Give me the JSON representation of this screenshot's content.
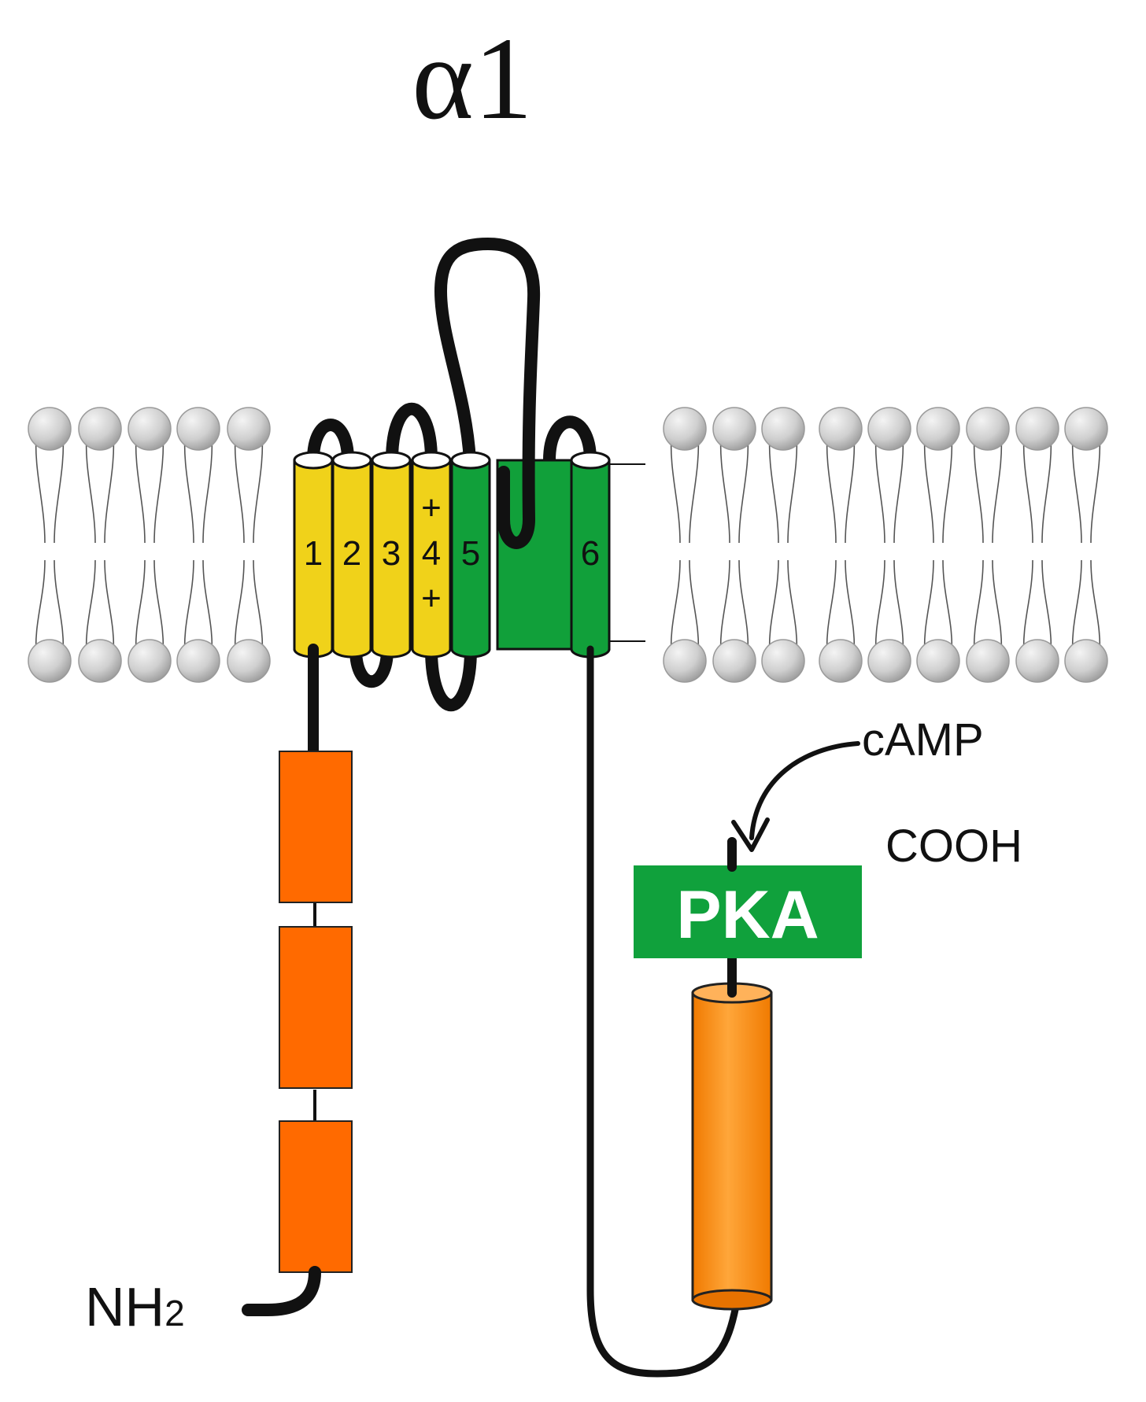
{
  "title": "α1",
  "segments": [
    {
      "label": "1",
      "color": "#f0d21a"
    },
    {
      "label": "2",
      "color": "#f0d21a"
    },
    {
      "label": "3",
      "color": "#f0d21a"
    },
    {
      "label": "4",
      "color": "#f0d21a",
      "charges": [
        "+",
        "+"
      ]
    },
    {
      "label": "5",
      "color": "#11a03a"
    },
    {
      "label": "6",
      "color": "#11a03a"
    }
  ],
  "labels": {
    "camp": "cAMP",
    "cooh": "COOH",
    "pka": "PKA",
    "nh2_main": "NH",
    "nh2_sub": "2"
  },
  "colors": {
    "yellow_helix": "#f0d21a",
    "green_helix": "#11a03a",
    "pka_box": "#10a13c",
    "orange_block": "#ff6a00",
    "orange_cylinder": "#ff9214",
    "lipid_head": "#cfcfcf",
    "backbone": "#111111"
  }
}
